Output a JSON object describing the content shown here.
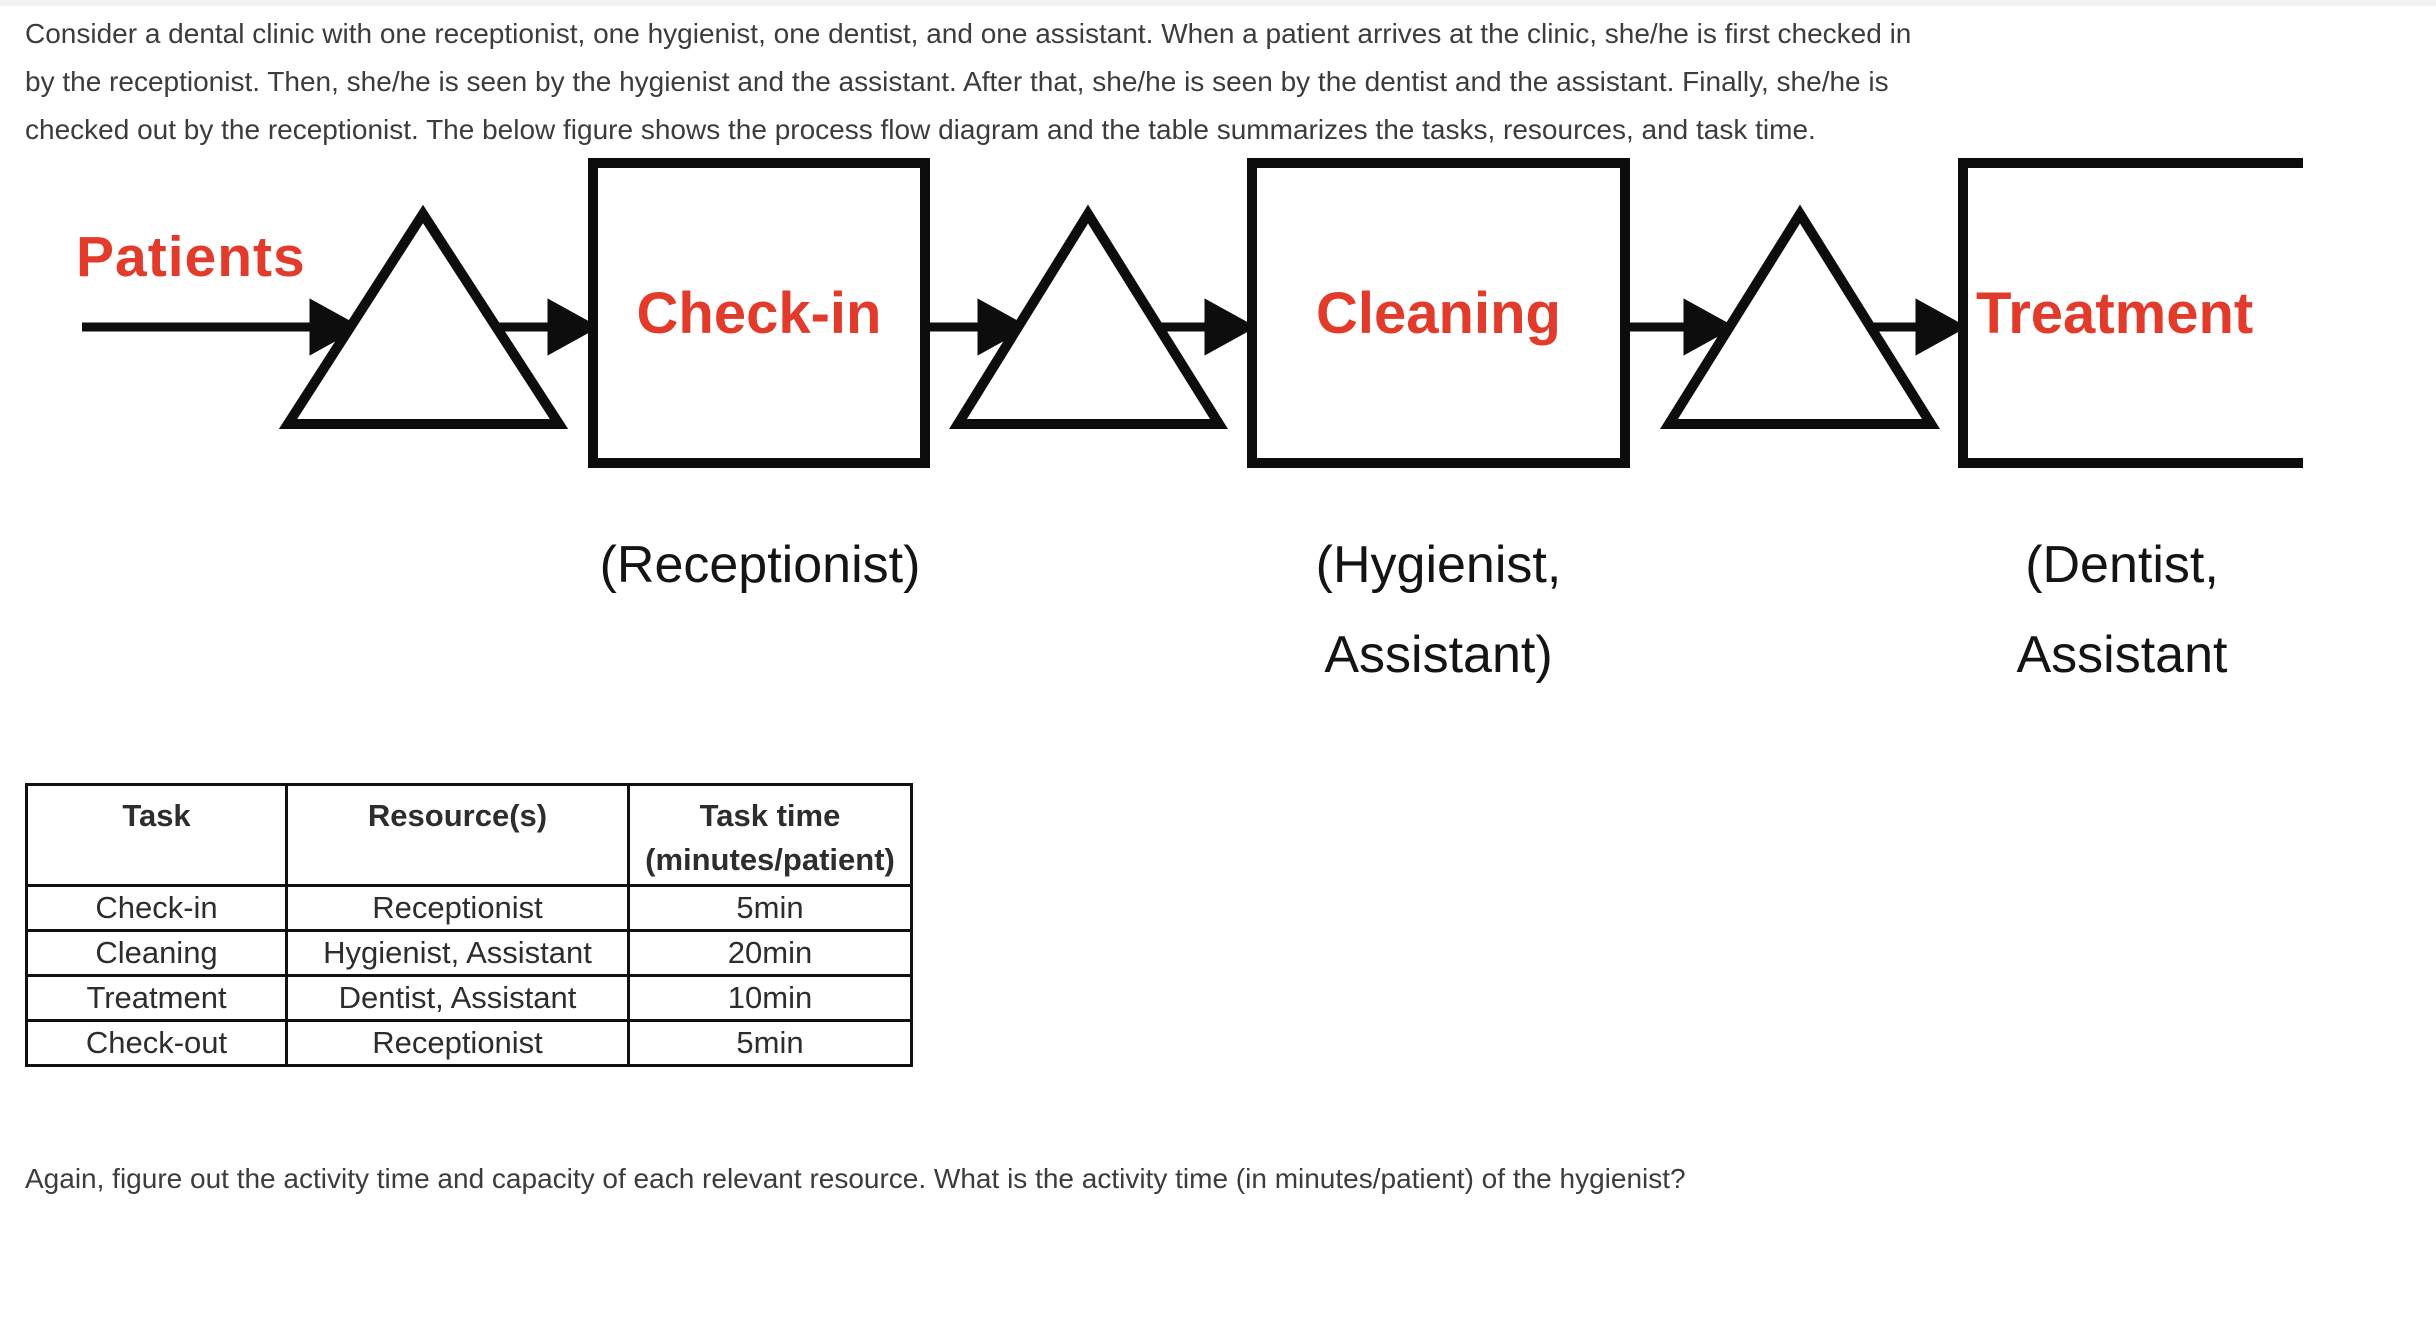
{
  "page": {
    "background": "#ffffff",
    "top_strip_color": "#f1f1f1",
    "text_color": "#3c3c3c"
  },
  "intro_paragraph": {
    "line1": "Consider a dental clinic with one receptionist, one hygienist, one dentist, and one assistant. When a patient arrives at the clinic, she/he is first checked in",
    "line2": "by the receptionist. Then, she/he is seen by the hygienist and the assistant. After that, she/he is seen by the dentist and the assistant. Finally, she/he is",
    "line3": "checked out by the receptionist. The below figure shows the process flow diagram and the table summarizes the tasks, resources, and task time."
  },
  "diagram": {
    "type": "process-flow",
    "accent_color": "#e23a2b",
    "line_color": "#0d0d0d",
    "source_label": "Patients",
    "stages": [
      {
        "box_label": "Check-in",
        "resource_line1": "(Receptionist)",
        "resource_line2": ""
      },
      {
        "box_label": "Cleaning",
        "resource_line1": "(Hygienist,",
        "resource_line2": "Assistant)"
      },
      {
        "box_label": "Treatment",
        "resource_line1": "(Dentist,",
        "resource_line2": "Assistant"
      }
    ],
    "buffer_symbol": "triangle",
    "note": "flow: Patients -> buffer -> Check-in -> buffer -> Cleaning -> buffer -> Treatment (clipped at right edge)"
  },
  "table": {
    "headers": {
      "task": "Task",
      "resources": "Resource(s)",
      "time_line1": "Task time",
      "time_line2": "(minutes/patient)"
    },
    "rows": [
      {
        "task": "Check-in",
        "resources": "Receptionist",
        "time": "5min"
      },
      {
        "task": "Cleaning",
        "resources": "Hygienist, Assistant",
        "time": "20min"
      },
      {
        "task": "Treatment",
        "resources": "Dentist, Assistant",
        "time": "10min"
      },
      {
        "task": "Check-out",
        "resources": "Receptionist",
        "time": "5min"
      }
    ]
  },
  "question": {
    "text": "Again, figure out the activity time and capacity of each relevant resource. What is the activity time (in minutes/patient) of the hygienist?"
  }
}
